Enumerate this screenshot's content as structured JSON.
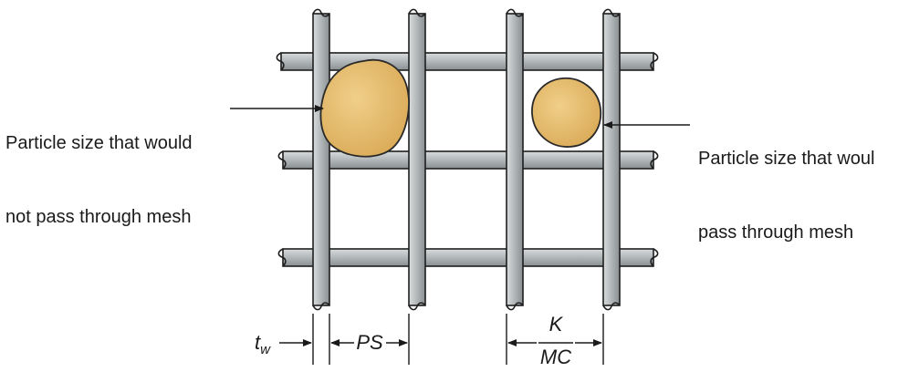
{
  "callouts": {
    "left": {
      "line1": "Particle size that would",
      "line2": "not pass through mesh"
    },
    "right": {
      "line1": "Particle size that woul",
      "line2": "pass through mesh"
    }
  },
  "dimensions": {
    "wire_thickness": {
      "main": "t",
      "sub": "w"
    },
    "particle_size": "PS",
    "fraction": {
      "numerator": "K",
      "denominator": "MC"
    }
  },
  "colors": {
    "wire": "#b7bcbe",
    "wire_outline": "#1e1e1e",
    "particle": "#e3b96a",
    "particle_outline": "#2a2a2a"
  }
}
